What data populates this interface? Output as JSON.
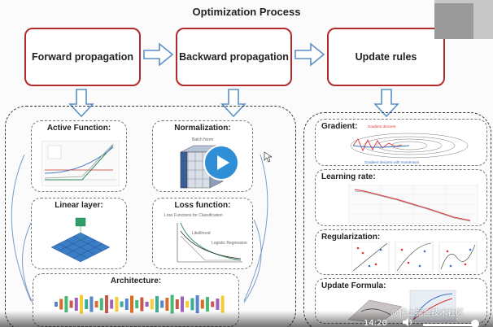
{
  "slide": {
    "title": "Optimization Process",
    "top_boxes": {
      "forward": "Forward propagation",
      "backward": "Backward propagation",
      "update": "Update rules"
    },
    "left_panels": {
      "active_function": "Active Function:",
      "normalization": "Normalization:",
      "linear_layer": "Linear layer:",
      "loss_function": "Loss function:",
      "architecture": "Architecture:",
      "batch_norm_caption": "Batch Norm",
      "loss_caption": "Loss Functions for Classification",
      "likelihood_label": "Likelihood",
      "logistic_label": "Logistic Regression"
    },
    "right_panels": {
      "gradient": "Gradient:",
      "learning_rate": "Learning rate:",
      "regularization": "Regularization:",
      "update_formula": "Update Formula:",
      "gradient_descent_caption": "Gradient descent",
      "momentum_caption": "Gradient descent with momentum"
    }
  },
  "player": {
    "time": "14:20",
    "watermark": "@稀土掘金技术社区",
    "progress": 0.97,
    "colors": {
      "play_button": "#2f8fd6",
      "box_border": "#b22a2a"
    }
  }
}
